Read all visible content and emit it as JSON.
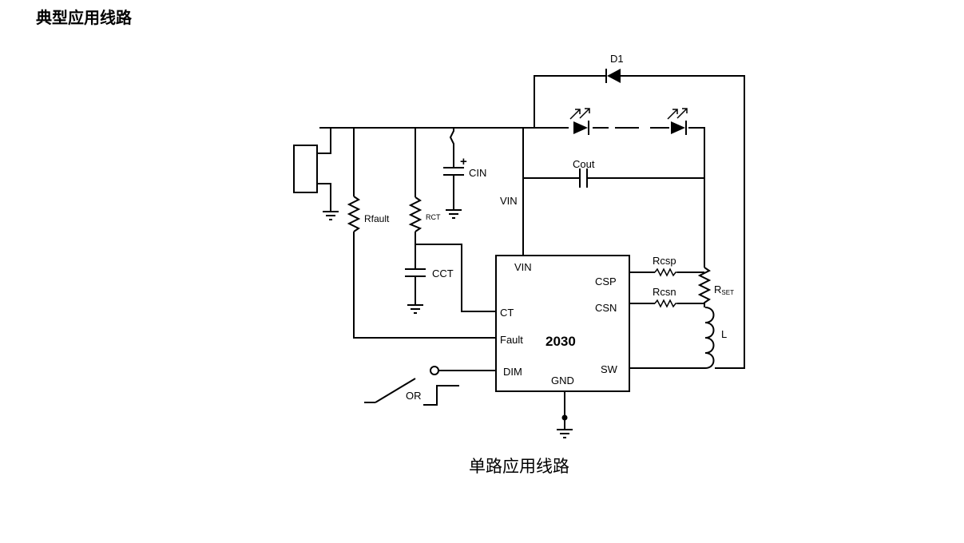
{
  "page": {
    "heading": "典型应用线路",
    "caption": "单路应用线路"
  },
  "schematic": {
    "ic": {
      "name": "2030",
      "pins": {
        "vin": "VIN",
        "csp": "CSP",
        "csn": "CSN",
        "ct": "CT",
        "fault": "Fault",
        "dim": "DIM",
        "sw": "SW",
        "gnd": "GND"
      }
    },
    "labels": {
      "d1": "D1",
      "cout": "Cout",
      "vin": "VIN",
      "cin": "CIN",
      "cin_polarity": "+",
      "rfault": "Rfault",
      "rct": "RCT",
      "cct": "CCT",
      "rcsp": "Rcsp",
      "rcsn": "Rcsn",
      "rset_main": "R",
      "rset_sub": "SET",
      "inductor": "L",
      "or": "OR"
    }
  }
}
